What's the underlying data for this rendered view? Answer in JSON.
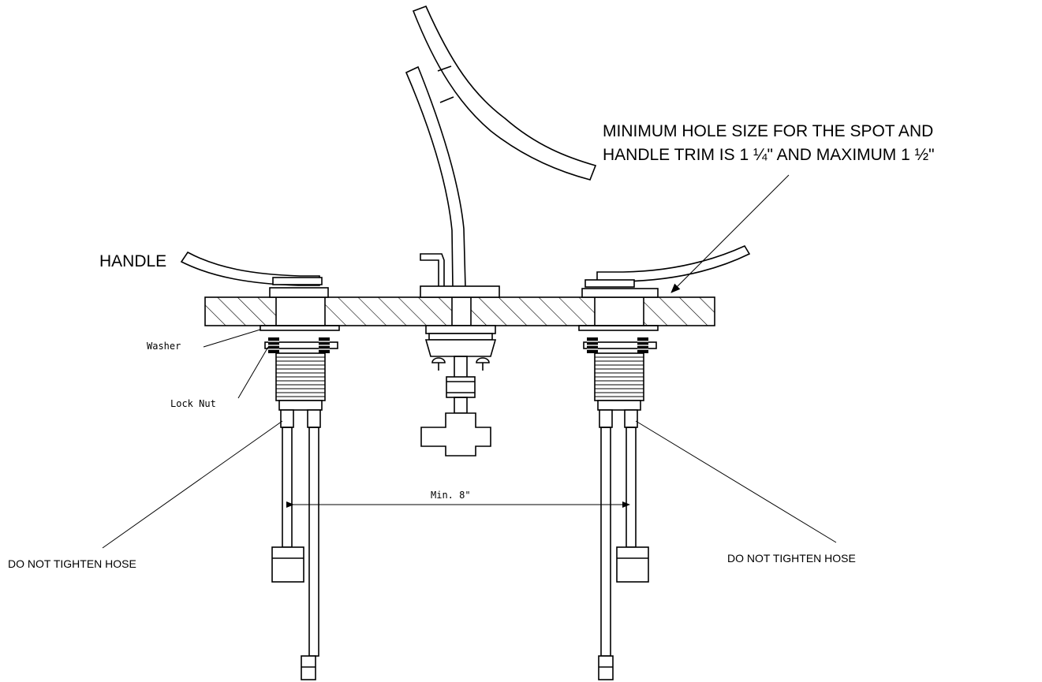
{
  "labels": {
    "note_line1": "MINIMUM HOLE SIZE FOR THE SPOT AND",
    "note_line2": "HANDLE TRIM IS 1 ¼\" AND MAXIMUM 1 ½\"",
    "handle": "HANDLE",
    "washer": "Washer",
    "lock_nut": "Lock Nut",
    "min_spacing": "Min. 8\"",
    "hose_warning_left": "DO NOT TIGHTEN HOSE",
    "hose_warning_right": "DO NOT TIGHTEN HOSE"
  }
}
